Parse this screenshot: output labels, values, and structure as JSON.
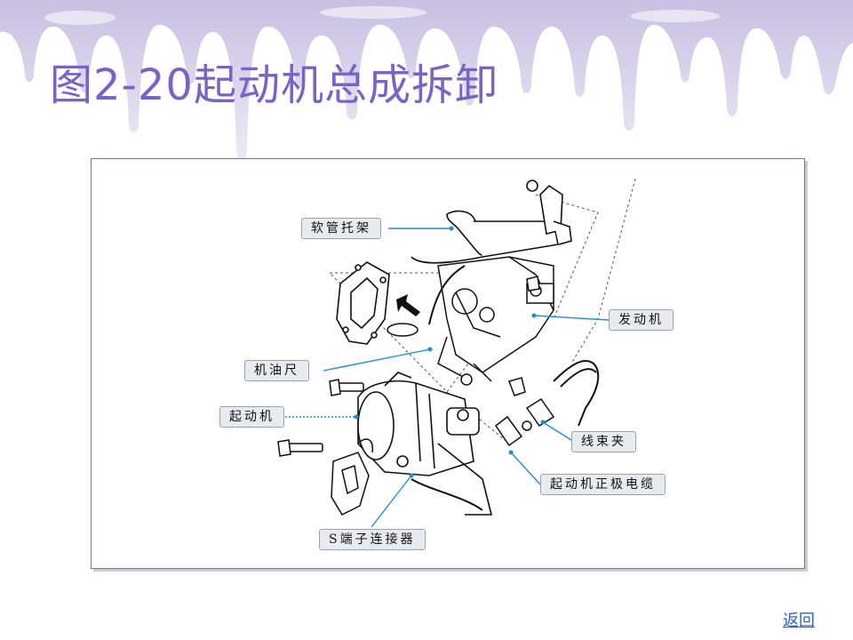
{
  "title": "图2-20起动机总成拆卸",
  "callouts": {
    "hose_bracket": "软管托架",
    "engine": "发动机",
    "dipstick": "机油尺",
    "starter": "起动机",
    "harness_clip": "线束夹",
    "starter_positive_cable": "起动机正极电缆",
    "s_terminal_connector": "S端子连接器"
  },
  "back_link": "返回",
  "colors": {
    "title": "#7a63c4",
    "drip": "#cfc6e6",
    "leader": "#1f8fd0",
    "callout_bg": "#e7ebef",
    "link": "#2a62c9"
  }
}
